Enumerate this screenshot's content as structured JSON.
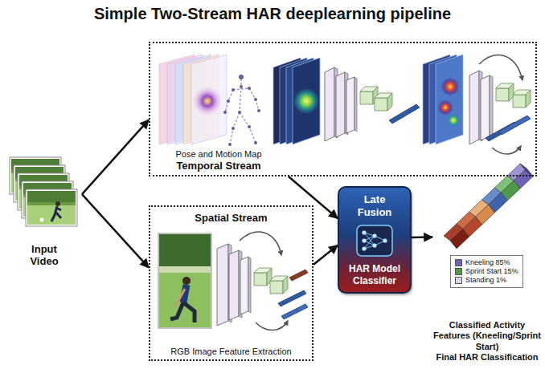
{
  "diagram": {
    "title": "Simple Two-Stream HAR deeplearning pipeline",
    "nodes": [
      {
        "text": [
          "Input Video"
        ]
      },
      {
        "text": [
          "Pose and Motion Map",
          "Temporal Stream"
        ]
      },
      {
        "text": [
          "Spatial Stream",
          "RGB Image Feature Extraction"
        ]
      },
      {
        "text": [
          "Late Fusion",
          "HAR Model Classifier"
        ]
      },
      {
        "text": [
          "Classified Activity Features (Kneeling/Sprint Start)",
          "Final HAR Classification"
        ]
      }
    ],
    "edges": [
      {
        "from": 0,
        "to": 1,
        "arrow": "to"
      },
      {
        "from": 0,
        "to": 2,
        "arrow": "to"
      },
      {
        "from": 1,
        "to": 3,
        "arrow": "to"
      },
      {
        "from": 2,
        "to": 3,
        "arrow": "to"
      },
      {
        "from": 3,
        "to": 4,
        "arrow": "to"
      }
    ],
    "legend": [
      {
        "text": "Kneeling 85%",
        "color": "#6f63b5"
      },
      {
        "text": "Sprint Start 15%",
        "color": "#4f9a4a"
      },
      {
        "text": "Standing 1%",
        "color": "#d9d3ec"
      }
    ]
  }
}
